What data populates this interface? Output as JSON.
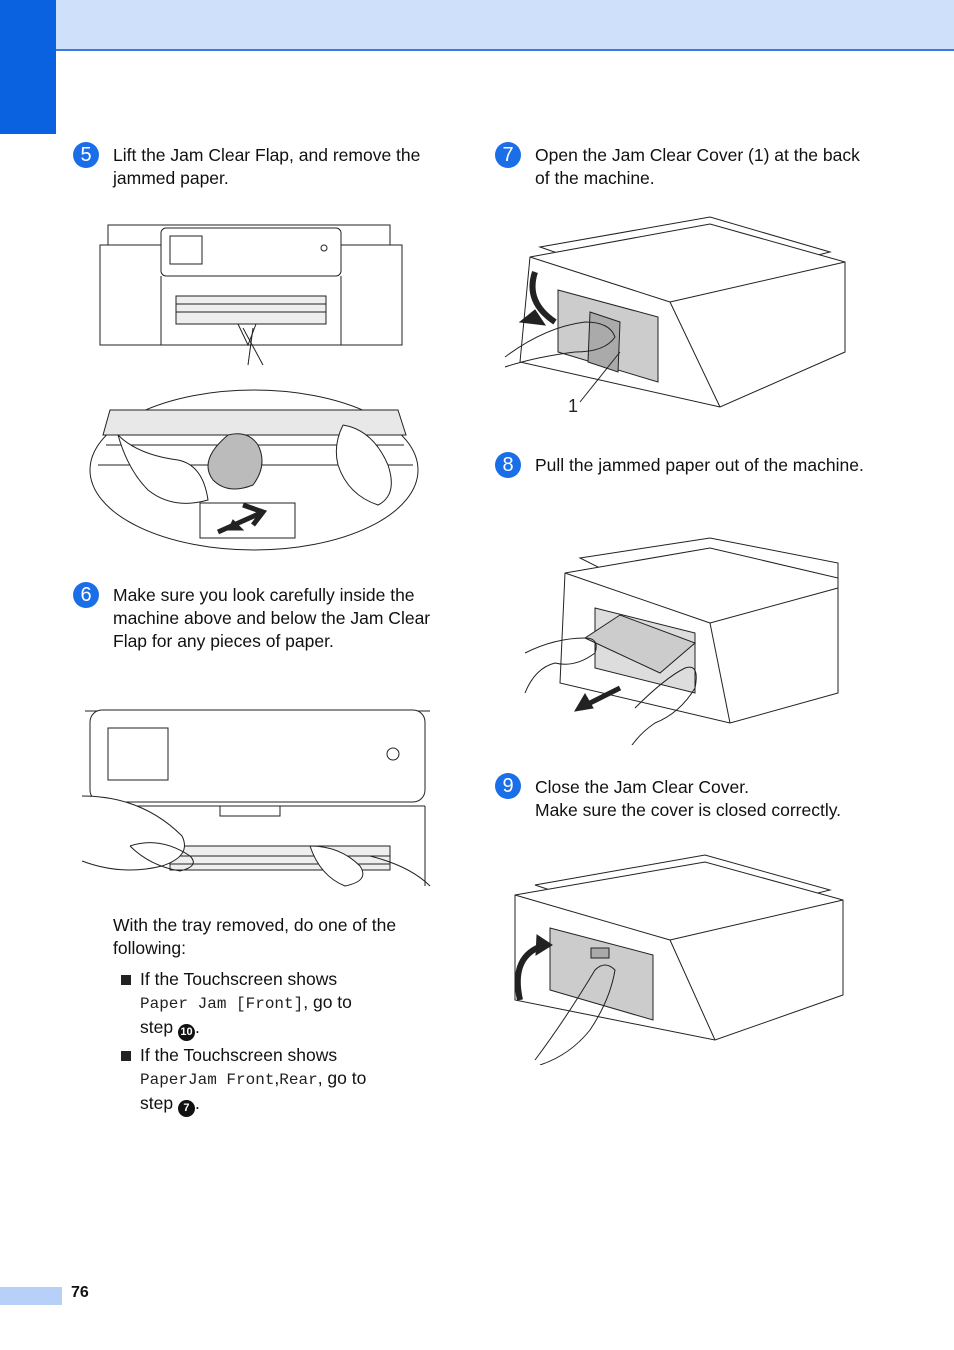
{
  "steps": {
    "s5": {
      "badge": "5",
      "text": "Lift the Jam Clear Flap, and remove the jammed paper."
    },
    "s6": {
      "badge": "6",
      "text": "Make sure you look carefully inside the machine above and below the Jam Clear Flap for any pieces of paper."
    },
    "s7": {
      "badge": "7",
      "text": "Open the Jam Clear Cover (1) at the back of the machine."
    },
    "s8": {
      "badge": "8",
      "text": "Pull the jammed paper out of the machine."
    },
    "s9": {
      "badge": "9",
      "line1": "Close the Jam Clear Cover.",
      "line2": "Make sure the cover is closed correctly."
    }
  },
  "tray_note": "With the tray removed, do one of the following:",
  "bullets": [
    {
      "prefix": "If the Touchscreen shows",
      "mono": "Paper Jam [Front]",
      "suffix": ", go to",
      "step_word": "step",
      "ref": "10",
      "end": "."
    },
    {
      "prefix": "If the Touchscreen shows",
      "mono_a": "PaperJam Front",
      "comma": ",",
      "mono_b": "Rear",
      "suffix": ", go to",
      "step_word": "step",
      "ref": "7",
      "end": "."
    }
  ],
  "callout_label": "1",
  "page_number": "76",
  "colors": {
    "accent": "#0a62e0",
    "header": "#cfe0fb",
    "badge": "#1a6ee8"
  }
}
